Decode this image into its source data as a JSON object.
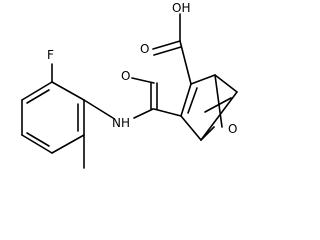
{
  "molecule": {
    "atoms": {
      "fluorine": "F",
      "carboxyl_oh": "OH",
      "carboxyl_o": "O",
      "amide_o": "O",
      "amide_nh": "NH",
      "bridge_o": "O"
    },
    "colors": {
      "bond": "#000000",
      "label": "#000000",
      "background": "#ffffff"
    }
  }
}
